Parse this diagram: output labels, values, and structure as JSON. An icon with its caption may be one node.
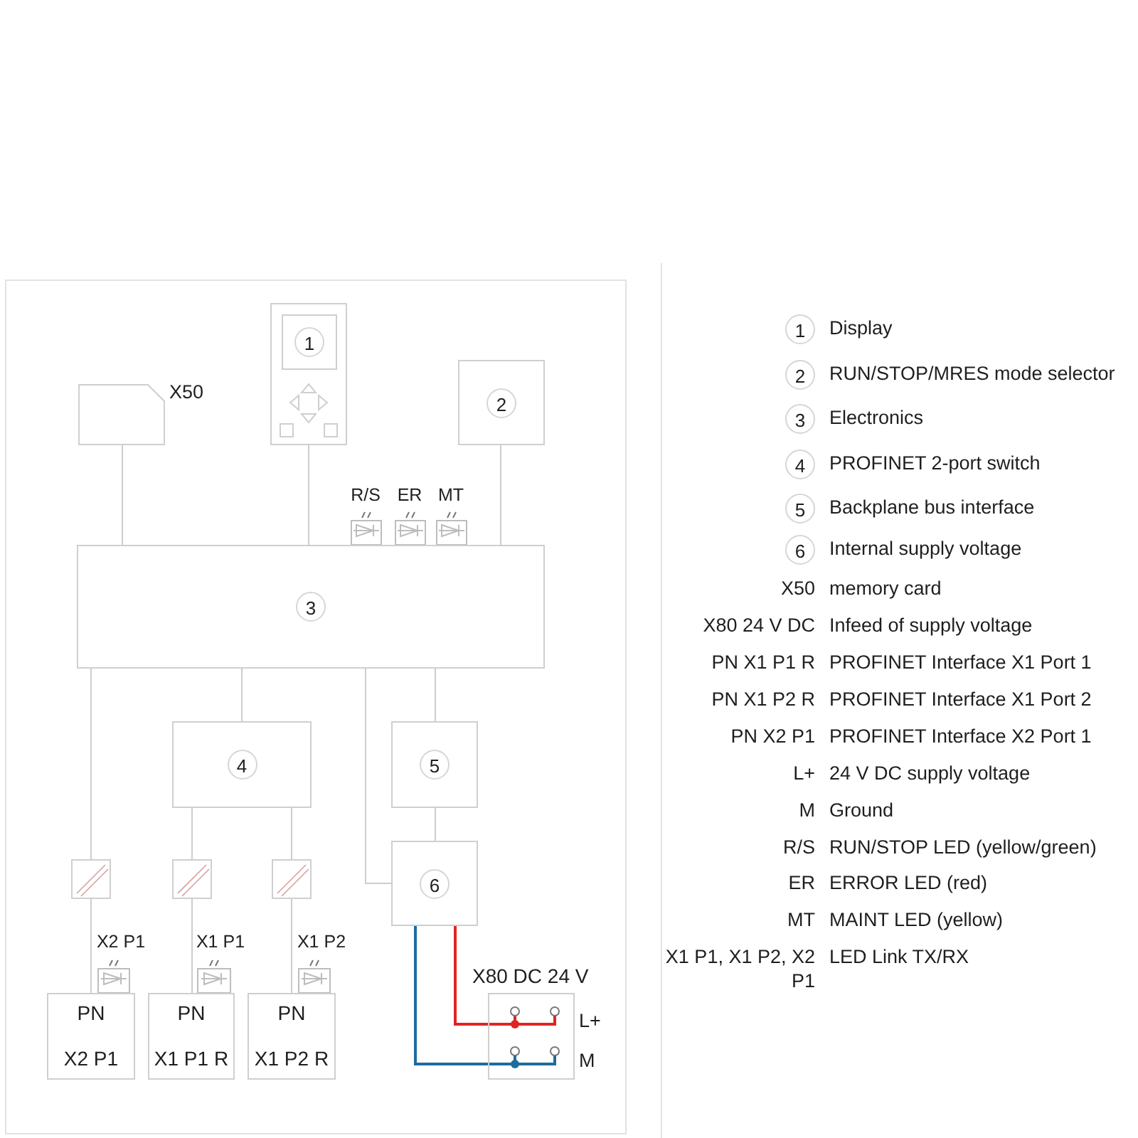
{
  "diagram": {
    "nodes": [
      {
        "text": [
          "1"
        ]
      },
      {
        "text": [],
        "shape": "card",
        "beside": [
          "X50"
        ]
      },
      {
        "text": [
          "2"
        ]
      },
      {
        "text": [
          "3"
        ]
      },
      {
        "text": [
          "4"
        ]
      },
      {
        "text": [
          "5"
        ]
      },
      {
        "text": [
          "6"
        ]
      },
      {
        "text": [],
        "shape": "box"
      },
      {
        "text": [],
        "shape": "box"
      },
      {
        "text": [],
        "shape": "box"
      },
      {
        "text": [
          "PN",
          "X2 P1"
        ]
      },
      {
        "text": [
          "PN",
          "X1 P1 R"
        ]
      },
      {
        "text": [
          "PN",
          "X1 P2 R"
        ]
      },
      {
        "text": [
          "X80 DC 24 V"
        ],
        "beside": [
          "L+",
          "M"
        ]
      }
    ],
    "edges": [
      {
        "from": 1,
        "to": 3,
        "arrow": "none"
      },
      {
        "from": 0,
        "to": 3,
        "arrow": "none"
      },
      {
        "from": 2,
        "to": 3,
        "arrow": "none"
      },
      {
        "from": 3,
        "to": 7,
        "arrow": "none"
      },
      {
        "from": 3,
        "to": 4,
        "arrow": "none"
      },
      {
        "from": 3,
        "to": 6,
        "arrow": "none"
      },
      {
        "from": 3,
        "to": 5,
        "arrow": "none"
      },
      {
        "from": 5,
        "to": 6,
        "arrow": "none"
      },
      {
        "from": 4,
        "to": 8,
        "arrow": "none"
      },
      {
        "from": 4,
        "to": 9,
        "arrow": "none"
      },
      {
        "from": 7,
        "to": 10,
        "arrow": "none"
      },
      {
        "from": 8,
        "to": 11,
        "arrow": "none"
      },
      {
        "from": 9,
        "to": 12,
        "arrow": "none"
      },
      {
        "from": 6,
        "to": 13,
        "arrow": "none",
        "color": "#e02424"
      },
      {
        "from": 6,
        "to": 13,
        "arrow": "none",
        "color": "#1f6b9e"
      }
    ],
    "labels": [
      "R/S",
      "ER",
      "MT",
      "X2 P1",
      "X1 P1",
      "X1 P2",
      "1",
      "Display",
      "2",
      "RUN/STOP/MRES mode selector",
      "3",
      "Electronics",
      "4",
      "PROFINET 2-port switch",
      "5",
      "Backplane bus interface",
      "6",
      "Internal supply voltage",
      "X50",
      "memory card",
      "X80 24 V DC",
      "Infeed of supply voltage",
      "PN X1 P1 R",
      "PROFINET Interface X1 Port 1",
      "PN X1 P2 R",
      "PROFINET Interface X1 Port 2",
      "PN X2 P1",
      "PROFINET Interface X2 Port 1",
      "L+",
      "24 V DC supply voltage",
      "M",
      "Ground",
      "R/S",
      "RUN/STOP LED (yellow/green)",
      "ER",
      "ERROR LED (red)",
      "MT",
      "MAINT LED (yellow)",
      "X1 P1, X1 P2, X2 P1",
      "LED Link TX/RX"
    ]
  }
}
